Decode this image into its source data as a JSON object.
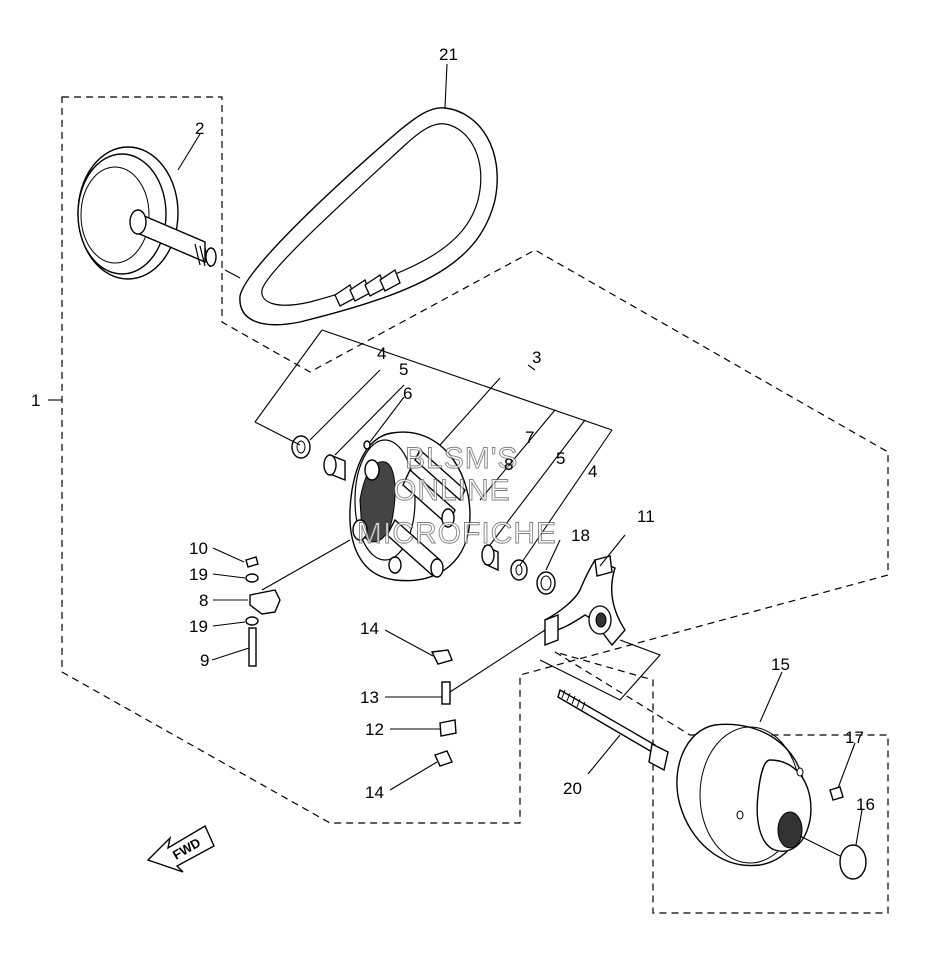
{
  "diagram": {
    "callouts": {
      "c1": "1",
      "c2": "2",
      "c3": "3",
      "c4a": "4",
      "c4b": "4",
      "c5a": "5",
      "c5b": "5",
      "c6": "6",
      "c7": "7",
      "c8": "8",
      "c8b": "8",
      "c9": "9",
      "c10": "10",
      "c11": "11",
      "c12": "12",
      "c13": "13",
      "c14a": "14",
      "c14b": "14",
      "c15": "15",
      "c16": "16",
      "c17": "17",
      "c18": "18",
      "c19a": "19",
      "c19b": "19",
      "c20": "20",
      "c21": "21"
    },
    "watermark": {
      "line1": "BLSM'S",
      "line2": "ONLINE",
      "line3": "MICROFICHE"
    },
    "fwd_label": "FWD"
  }
}
